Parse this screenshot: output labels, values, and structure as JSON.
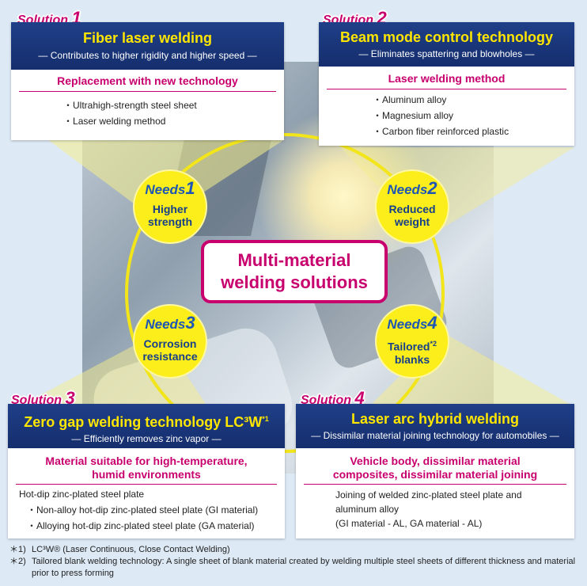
{
  "center": {
    "line1": "Multi-material",
    "line2": "welding solutions"
  },
  "solutions": [
    {
      "label": "Solution",
      "num": "1",
      "title": "Fiber laser welding",
      "subtitle": "— Contributes to higher rigidity and higher speed —",
      "category": "Replacement with new technology",
      "items": [
        "Ultrahigh-strength steel sheet",
        "Laser welding method"
      ]
    },
    {
      "label": "Solution",
      "num": "2",
      "title": "Beam mode control technology",
      "subtitle": "— Eliminates spattering and blowholes —",
      "category": "Laser welding method",
      "items": [
        "Aluminum alloy",
        "Magnesium alloy",
        "Carbon fiber reinforced plastic"
      ]
    },
    {
      "label": "Solution",
      "num": "3",
      "title": "Zero gap welding technology LC³W",
      "title_sup": "*1",
      "subtitle": "— Efficiently removes zinc vapor —",
      "category_line1": "Material suitable for high-temperature,",
      "category_line2": "humid environments",
      "lead": "Hot-dip zinc-plated steel plate",
      "items": [
        "Non-alloy hot-dip zinc-plated steel plate (GI material)",
        "Alloying hot-dip zinc-plated steel plate (GA material)"
      ]
    },
    {
      "label": "Solution",
      "num": "4",
      "title": "Laser arc hybrid welding",
      "subtitle": "— Dissimilar material joining technology for automobiles —",
      "category_line1": "Vehicle body, dissimilar material",
      "category_line2": "composites, dissimilar material joining",
      "text_line1": "Joining of welded zinc-plated steel plate and",
      "text_line2": "aluminum alloy",
      "text_line3": "(GI material - AL, GA material - AL)"
    }
  ],
  "needs": [
    {
      "label": "Needs",
      "num": "1",
      "line1": "Higher",
      "line2": "strength"
    },
    {
      "label": "Needs",
      "num": "2",
      "line1": "Reduced",
      "line2": "weight"
    },
    {
      "label": "Needs",
      "num": "3",
      "line1": "Corrosion",
      "line2": "resistance"
    },
    {
      "label": "Needs",
      "num": "4",
      "line1": "Tailored",
      "line1_sup": "*2",
      "line2": "blanks"
    }
  ],
  "notes": [
    {
      "mark": "＊1)",
      "text": "LC³W®  (Laser Continuous, Close Contact Welding)"
    },
    {
      "mark": "＊2)",
      "text": "Tailored blank welding technology: A single sheet of blank material created by welding multiple steel sheets of different thickness and material prior to press forming"
    }
  ],
  "colors": {
    "navy": "#1a3a80",
    "magenta": "#c8006e",
    "yellow": "#fbee1a",
    "title_yellow": "#ffe600"
  }
}
